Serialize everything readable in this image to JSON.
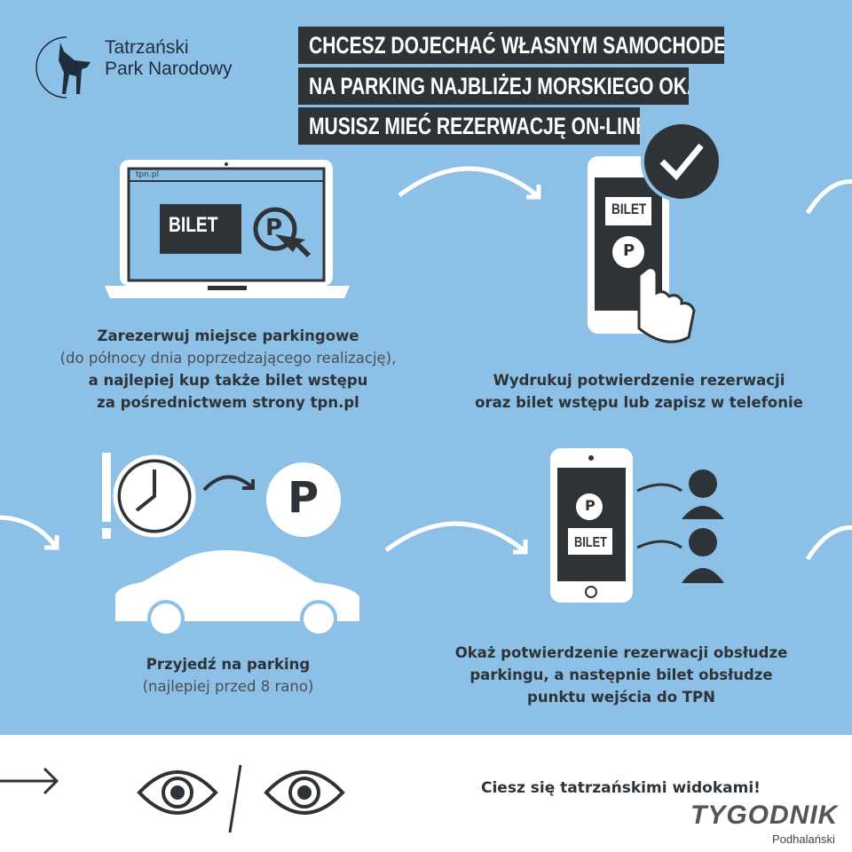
{
  "logo": {
    "line1": "Tatrzański",
    "line2": "Park Narodowy"
  },
  "title": [
    "CHCESZ DOJECHAĆ WŁASNYM SAMOCHODEM",
    "NA PARKING NAJBLIŻEJ MORSKIEGO OKA?",
    "MUSISZ MIEĆ REZERWACJĘ ON-LINE."
  ],
  "step1": {
    "url_bar": "tpn.pl",
    "ticket": "BILET",
    "parking": "P",
    "line1": "Zarezerwuj miejsce parkingowe",
    "line2": "(do północy dnia poprzedzającego realizację),",
    "line3": "a najlepiej kup także bilet wstępu",
    "line4_prefix": "za pośrednictwem strony ",
    "line4_link": "tpn.pl"
  },
  "step2": {
    "ticket": "BILET",
    "parking": "P",
    "line1": "Wydrukuj potwierdzenie rezerwacji",
    "line2": "oraz bilet wstępu lub zapisz w telefonie"
  },
  "step3": {
    "parking": "P",
    "line1": "Przyjedź na parking",
    "line2": "(najlepiej przed 8 rano)"
  },
  "step4": {
    "ticket": "BILET",
    "parking": "P",
    "line1": "Okaż potwierdzenie rezerwacji obsłudze",
    "line2": "parkingu, a następnie bilet obsłudze",
    "line3": "punktu wejścia do TPN"
  },
  "footer": {
    "text": "Ciesz się tatrzańskimi widokami!",
    "brand": "TYGODNIK",
    "brand_sub": "Podhalański"
  },
  "colors": {
    "background": "#8cc0e7",
    "dark": "#2e3338",
    "white": "#ffffff"
  }
}
